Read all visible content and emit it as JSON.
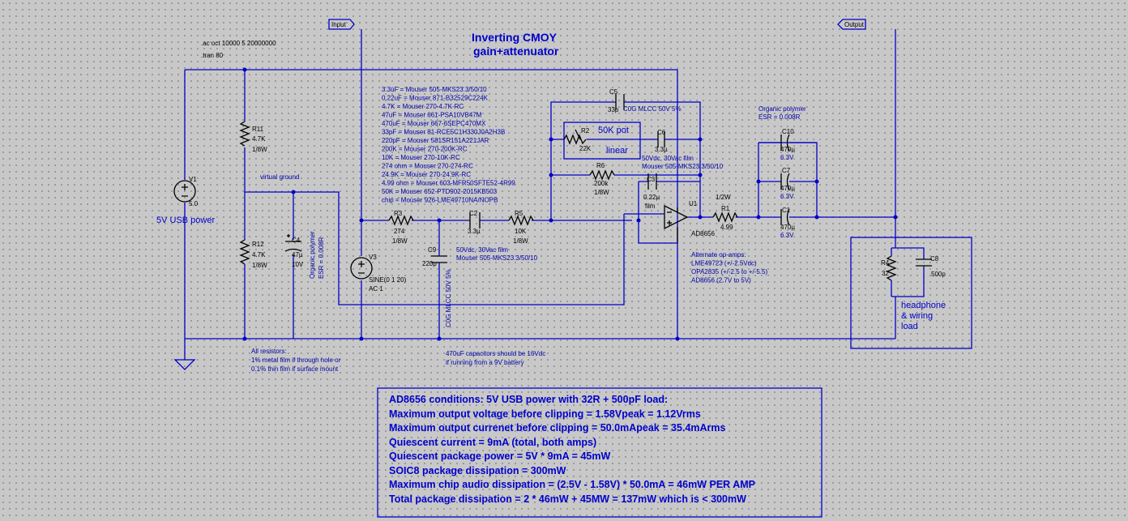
{
  "directives": {
    "ac": ".ac oct 10000 5 20000000",
    "tran": ".tran 80"
  },
  "title": {
    "line1": "Inverting CMOY",
    "line2": "gain+attenuator"
  },
  "ports": {
    "input": "Input",
    "output": "Output"
  },
  "power_label": "5V USB power",
  "virtual_ground": "virtual ground",
  "components": {
    "V1": {
      "name": "V1",
      "value": "5.0"
    },
    "V3": {
      "name": "V3",
      "value": "SINE(0 1 20)",
      "ac": "AC 1"
    },
    "R11": {
      "name": "R11",
      "value": "4.7K",
      "power": "1/8W"
    },
    "R12": {
      "name": "R12",
      "value": "4.7K",
      "power": "1/8W"
    },
    "C4": {
      "name": "C4",
      "value": "47µ",
      "voltage": "10V"
    },
    "C4_note": "Organic polymer\nESR = 0.008R",
    "R3": {
      "name": "R3",
      "value": "274",
      "power": "1/8W"
    },
    "C2": {
      "name": "C2",
      "value": "3.3µ"
    },
    "R5": {
      "name": "R5",
      "value": "10K",
      "power": "1/8W"
    },
    "C9": {
      "name": "C9",
      "value": "220p"
    },
    "C9_note": "C0G MLCC 50V 5%",
    "C2_note": "50Vdc, 30Vac film\nMouser 505-MKS23.3/50/10",
    "C5": {
      "name": "C5",
      "value": "33p"
    },
    "C5_note": "C0G MLCC 50V 5%",
    "R2": {
      "name": "R2",
      "value": "22K"
    },
    "pot_label": "50K pot",
    "pot_type": "linear",
    "C6": {
      "name": "C6",
      "value": "3.3µ"
    },
    "C6_note": "50Vdc, 30Vac film\nMouser 505-MKS23.3/50/10",
    "R6": {
      "name": "R6",
      "value": "200k",
      "power": "1/8W"
    },
    "C3": {
      "name": "C3",
      "value": "0.22µ",
      "type": "film"
    },
    "U1": {
      "name": "U1",
      "model": "AD8656"
    },
    "R1": {
      "name": "R1",
      "value": "4.99",
      "power": "1/2W"
    },
    "C10": {
      "name": "C10",
      "value": "470µ",
      "voltage": "6.3V"
    },
    "C7": {
      "name": "C7",
      "value": "470µ",
      "voltage": "6.3V"
    },
    "C1": {
      "name": "C1",
      "value": "470µ",
      "voltage": "6.3V"
    },
    "cap_note": "Organic polymer\nESR = 0.008R",
    "R4": {
      "name": "R4",
      "value": "32"
    },
    "C8": {
      "name": "C8",
      "value": "500p"
    },
    "load_label": "headphone\n& wiring\nload"
  },
  "parts_list": [
    "3.3uF = Mouser 505-MKS23.3/50/10",
    "0.22uF = Mouser 871-B32529C224K",
    "4.7K = Mouser 270-4.7K-RC",
    "47uF = Mouser 661-PSA10VB47M",
    "470uF = Mouser 667-6SEPC470MX",
    "33pF = Mouser 81-RCE5C1H330J0A2H3B",
    "220pF = Mouser 581SR151A221JAR",
    "200K = Mouser 270-200K-RC",
    "10K = Mouser 270-10K-RC",
    "274 ohm = Mouser 270-274-RC",
    "24.9K = Mouser 270-24.9K-RC",
    "4.99 ohm = Mouser 603-MFR50SFTE52-4R99",
    "50K = Mouser 652-PTD902-2015KB503",
    "chip = Mouser 926-LME49710NA/NOPB"
  ],
  "alt_opamps": [
    "Alternate op-amps:",
    "LME49723 (+/-2.5Vdc)",
    "OPA2835 (+/-2.5 to +/-5.5)",
    "AD8656 (2.7V to 5V)"
  ],
  "resistor_note": [
    "All resistors:",
    "1% metal film if through hole or",
    "0.1% thin film if surface mount"
  ],
  "battery_note": [
    "470uF capacitors should be 16Vdc",
    "if running from a 9V battery"
  ],
  "conditions": [
    "AD8656 conditions: 5V USB power with 32R + 500pF load:",
    "Maximum output voltage before clipping  = 1.58Vpeak = 1.12Vrms",
    "Maximum output currenet before clipping = 50.0mApeak = 35.4mArms",
    "Quiescent current = 9mA (total, both amps)",
    "Quiescent package power = 5V * 9mA = 45mW",
    "SOIC8 package dissipation = 300mW",
    "Maximum chip audio dissipation = (2.5V - 1.58V) * 50.0mA = 46mW PER AMP",
    "Total package dissipation = 2 * 46mW + 45MW = 137mW which is < 300mW"
  ]
}
